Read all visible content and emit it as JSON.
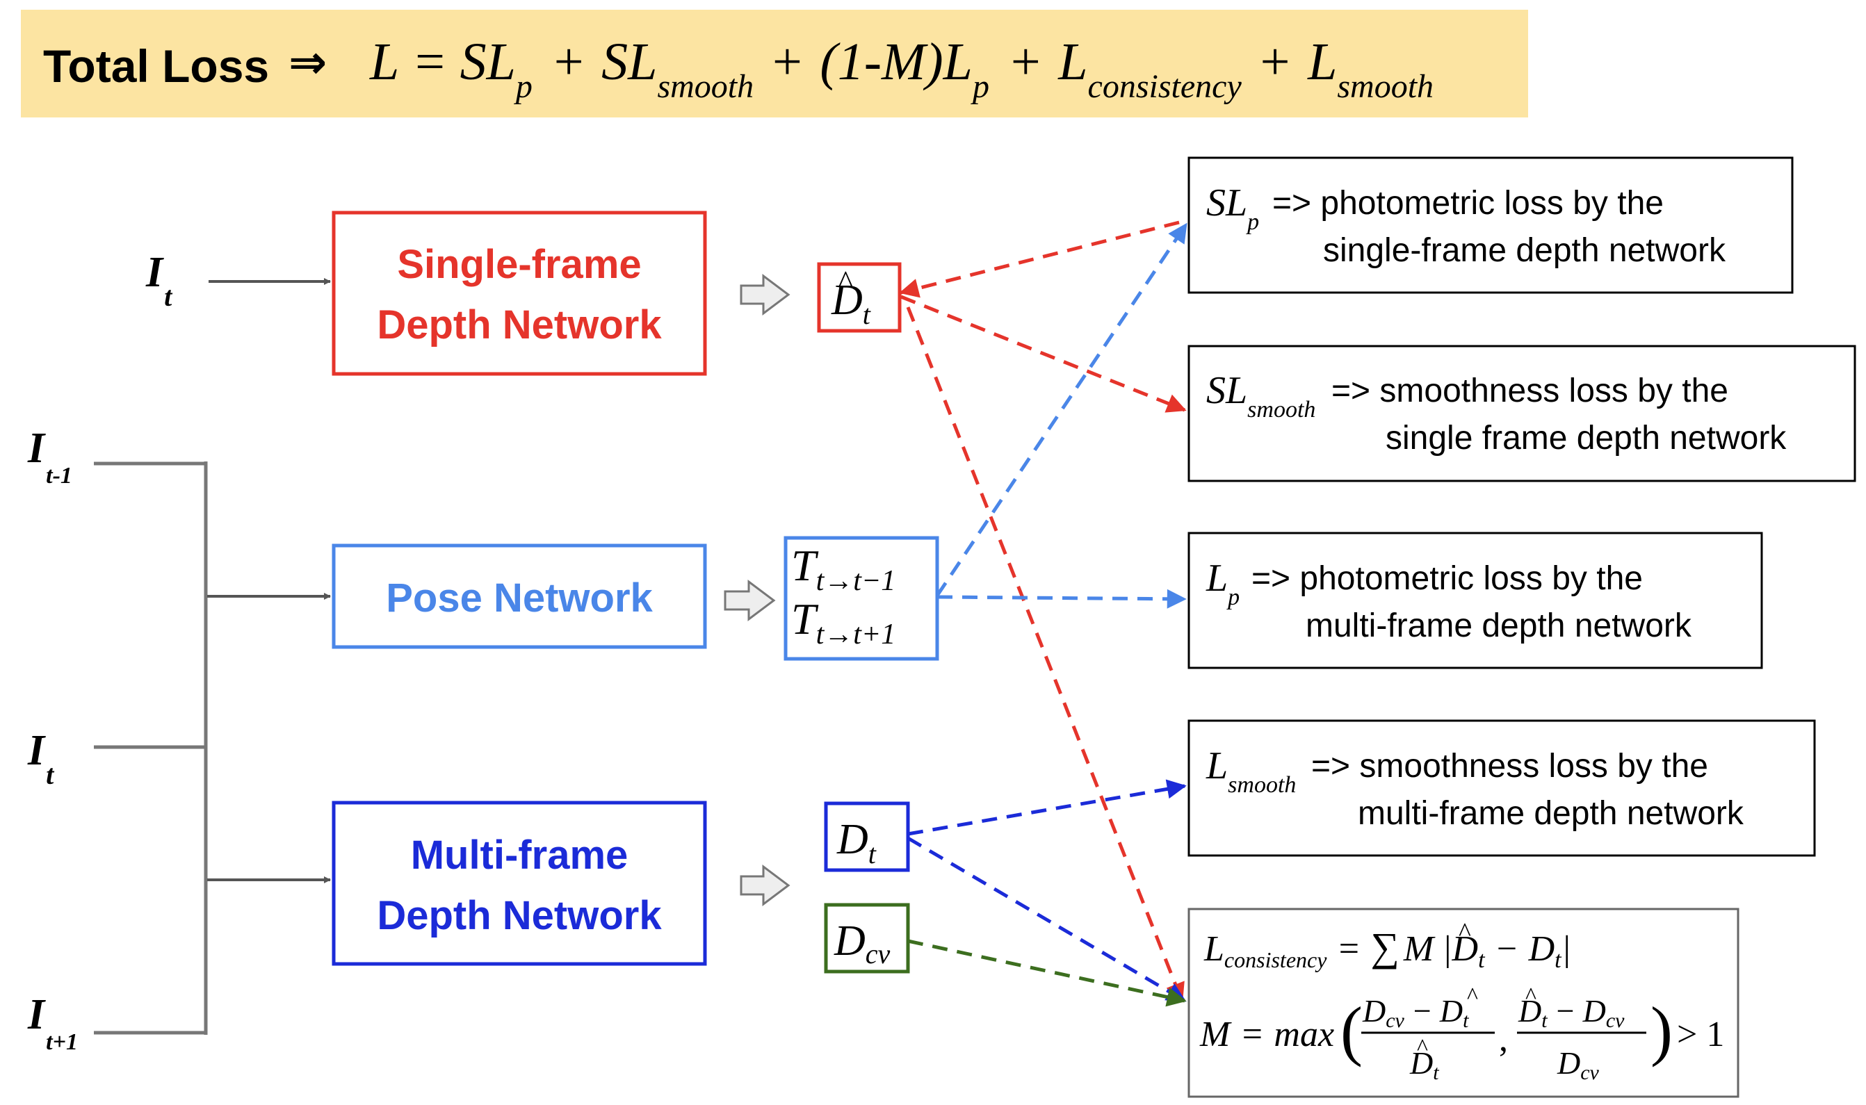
{
  "colors": {
    "banner": "#FCE4A2",
    "red": "#E5342B",
    "light_blue": "#4A86E8",
    "blue": "#1B2BD8",
    "green": "#3C6E1F",
    "gray": "#666666",
    "black": "#000000"
  },
  "banner": {
    "label": "Total Loss",
    "arrow": "⇒",
    "L": "L",
    "eq": "=",
    "SL": "SL",
    "p": "p",
    "plus": "+",
    "smooth": "smooth",
    "one_minus_m": "(1-M)",
    "consistency": "consistency"
  },
  "inputs": {
    "I": "I",
    "t": "t",
    "t_minus_1": "t-1",
    "t_plus_1": "t+1"
  },
  "networks": {
    "single_line1": "Single-frame",
    "single_line2": "Depth Network",
    "pose": "Pose Network",
    "multi_line1": "Multi-frame",
    "multi_line2": "Depth Network"
  },
  "outputs": {
    "D": "D",
    "hat": "^",
    "t": "t",
    "T": "T",
    "t_to_t_minus_1": "t→t−1",
    "t_to_t_plus_1": "t→t+1",
    "cv": "cv"
  },
  "losses": {
    "sl_p_sym": "SL",
    "sl_p_sub": "p",
    "sl_p_line1": "=> photometric loss by the",
    "sl_p_line2": "single-frame depth network",
    "sl_smooth_sym": "SL",
    "sl_smooth_sub": "smooth",
    "sl_smooth_line1": "=> smoothness loss by the",
    "sl_smooth_line2": "single frame depth network",
    "l_p_sym": "L",
    "l_p_sub": "p",
    "l_p_line1": "=> photometric loss by the",
    "l_p_line2": "multi-frame depth network",
    "l_smooth_sym": "L",
    "l_smooth_sub": "smooth",
    "l_smooth_line1": "=> smoothness loss by the",
    "l_smooth_line2": "multi-frame depth network"
  },
  "consistency": {
    "L": "L",
    "sub": "consistency",
    "eq": "=",
    "sum": "∑",
    "M": "M",
    "bar": "|",
    "D": "D",
    "t": "t",
    "minus": "−",
    "max": "max",
    "cv": "cv",
    "comma": ",",
    "gt1": "> 1",
    "lparen": "(",
    "rparen": ")"
  }
}
